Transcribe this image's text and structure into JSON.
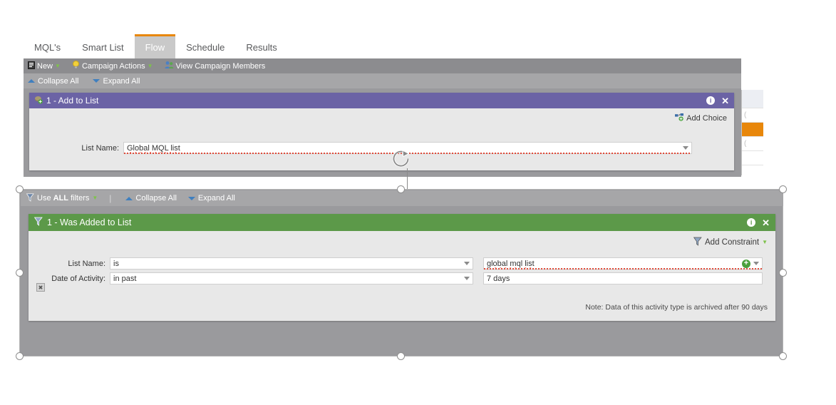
{
  "tabs": [
    {
      "label": "MQL's",
      "active": false
    },
    {
      "label": "Smart List",
      "active": false
    },
    {
      "label": "Flow",
      "active": true
    },
    {
      "label": "Schedule",
      "active": false
    },
    {
      "label": "Results",
      "active": false
    }
  ],
  "toolbar": {
    "new_label": "New",
    "campaign_actions_label": "Campaign Actions",
    "view_members_label": "View Campaign Members"
  },
  "flow_collapse_bar": {
    "collapse_all": "Collapse All",
    "expand_all": "Expand All"
  },
  "flow_step": {
    "title": "1 - Add to List",
    "add_choice_label": "Add Choice",
    "list_name_label": "List Name:",
    "list_name_value": "Global MQL list"
  },
  "filter_bar": {
    "use_filters_prefix": "Use ",
    "use_filters_strong": "ALL",
    "use_filters_suffix": " filters",
    "separator": "|",
    "collapse_all": "Collapse All",
    "expand_all": "Expand All"
  },
  "filter_card": {
    "title": "1 - Was Added to List",
    "add_constraint_label": "Add Constraint",
    "note": "Note: Data of this activity type is archived after 90 days",
    "rows": [
      {
        "label": "List Name:",
        "operator": "is",
        "value": "global mql list",
        "value_misspelled": true,
        "has_plus": true
      },
      {
        "label": "Date of Activity:",
        "operator": "in past",
        "value": "7 days",
        "value_misspelled": false,
        "has_plus": false
      }
    ]
  },
  "colors": {
    "flow_step_header": "#6b63a5",
    "filter_header": "#5c9949",
    "active_tab_accent": "#e8870b",
    "canvas": "#9a9a9d"
  },
  "icons": {
    "new": "new-page-icon",
    "campaign_actions": "lightbulb-icon",
    "view_members": "people-icon",
    "add_to_list": "add-to-list-icon",
    "add_choice": "add-choice-icon",
    "filter": "funnel-icon",
    "info": "info-icon",
    "close": "close-icon",
    "rotate": "rotate-handle-icon"
  }
}
